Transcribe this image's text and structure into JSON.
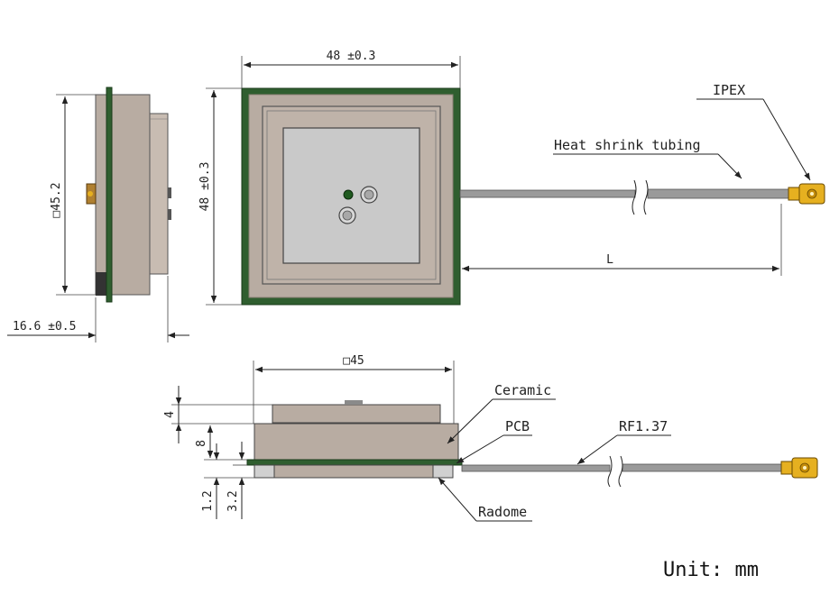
{
  "dimensions": {
    "top_width": "48 ±0.3",
    "top_height": "48 ±0.3",
    "side_square": "□45.2",
    "side_depth": "16.6 ±0.5",
    "bottom_square": "□45",
    "cable_length": "L",
    "h_ceramic": "4",
    "h_body": "8",
    "h_pcb": "1.2",
    "h_total": "3.2"
  },
  "callouts": {
    "ipex": "IPEX",
    "tubing": "Heat shrink tubing",
    "ceramic": "Ceramic",
    "pcb": "PCB",
    "cable": "RF1.37",
    "radome": "Radome"
  },
  "unit_label": "Unit: mm",
  "colors": {
    "pcb_green": "#2f5e2f",
    "body_beige": "#b8aca2",
    "ceramic_gray": "#c9c9c9",
    "connector_gold": "#e6b020"
  }
}
